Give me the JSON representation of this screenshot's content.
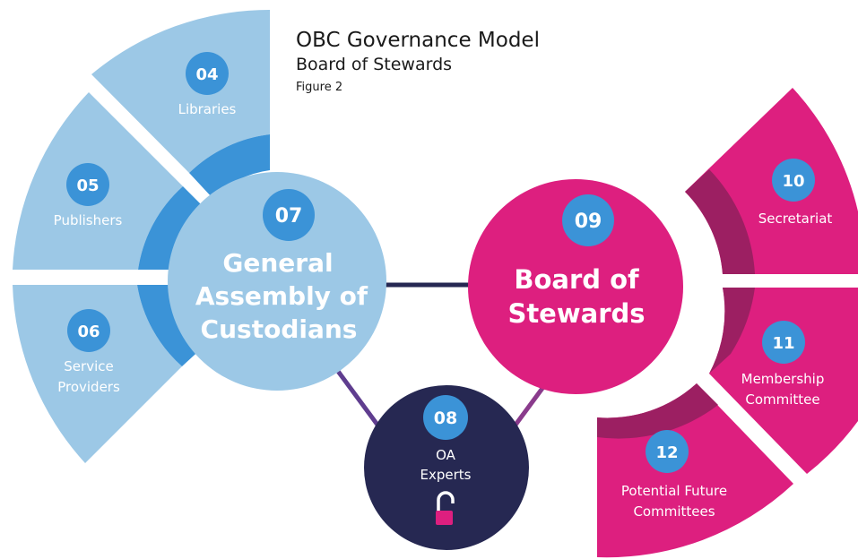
{
  "title": "OBC Governance Model",
  "subtitle": "Board of Stewards",
  "figure_label": "Figure 2",
  "colors": {
    "light_blue": "#9cc8e6",
    "ring_blue": "#3b93d7",
    "number_blue": "#3b93d7",
    "magenta": "#dd1f7f",
    "ring_magenta": "#9c1f62",
    "navy": "#262852"
  },
  "nodes": {
    "libraries": {
      "number": "04",
      "label": "Libraries"
    },
    "publishers": {
      "number": "05",
      "label": "Publishers"
    },
    "service_providers": {
      "number": "06",
      "label_line1": "Service",
      "label_line2": "Providers"
    },
    "general_assembly": {
      "number": "07",
      "label_line1": "General",
      "label_line2": "Assembly of",
      "label_line3": "Custodians"
    },
    "oa_experts": {
      "number": "08",
      "label_line1": "OA",
      "label_line2": "Experts",
      "icon": "open-padlock-icon"
    },
    "board_of_stewards": {
      "number": "09",
      "label_line1": "Board of",
      "label_line2": "Stewards"
    },
    "secretariat": {
      "number": "10",
      "label": "Secretariat"
    },
    "membership_committee": {
      "number": "11",
      "label_line1": "Membership",
      "label_line2": "Committee"
    },
    "future_committees": {
      "number": "12",
      "label_line1": "Potential Future",
      "label_line2": "Committees"
    }
  }
}
